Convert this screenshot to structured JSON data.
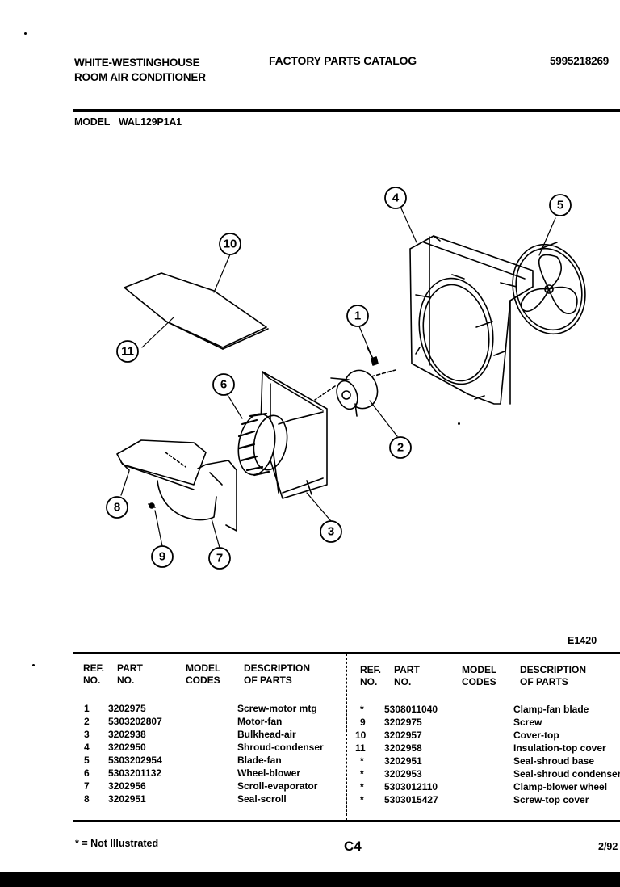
{
  "header": {
    "brand_line1": "WHITE-WESTINGHOUSE",
    "brand_line2": "ROOM AIR CONDITIONER",
    "catalog_title": "FACTORY PARTS CATALOG",
    "catalog_number": "5995218269",
    "model_label": "MODEL",
    "model_value": "WAL129P1A1"
  },
  "diagram": {
    "callouts": [
      "1",
      "2",
      "3",
      "4",
      "5",
      "6",
      "7",
      "8",
      "9",
      "10",
      "11"
    ],
    "figure_id": "E1420"
  },
  "table": {
    "headers": {
      "ref": "REF.\nNO.",
      "part": "PART\nNO.",
      "model": "MODEL\nCODES",
      "desc": "DESCRIPTION\nOF PARTS"
    },
    "left_rows": [
      {
        "ref": "1",
        "part": "3202975",
        "desc": "Screw-motor mtg"
      },
      {
        "ref": "2",
        "part": "5303202807",
        "desc": "Motor-fan"
      },
      {
        "ref": "3",
        "part": "3202938",
        "desc": "Bulkhead-air"
      },
      {
        "ref": "4",
        "part": "3202950",
        "desc": "Shroud-condenser"
      },
      {
        "ref": "5",
        "part": "5303202954",
        "desc": "Blade-fan"
      },
      {
        "ref": "6",
        "part": "5303201132",
        "desc": "Wheel-blower"
      },
      {
        "ref": "7",
        "part": "3202956",
        "desc": "Scroll-evaporator"
      },
      {
        "ref": "8",
        "part": "3202951",
        "desc": "Seal-scroll"
      }
    ],
    "right_rows": [
      {
        "ref": "*",
        "part": "5308011040",
        "desc": "Clamp-fan blade"
      },
      {
        "ref": "9",
        "part": "3202975",
        "desc": "Screw"
      },
      {
        "ref": "10",
        "part": "3202957",
        "desc": "Cover-top"
      },
      {
        "ref": "11",
        "part": "3202958",
        "desc": "Insulation-top cover"
      },
      {
        "ref": "*",
        "part": "3202951",
        "desc": "Seal-shroud base"
      },
      {
        "ref": "*",
        "part": "3202953",
        "desc": "Seal-shroud condenser"
      },
      {
        "ref": "*",
        "part": "5303012110",
        "desc": "Clamp-blower wheel"
      },
      {
        "ref": "*",
        "part": "5303015427",
        "desc": "Screw-top cover"
      }
    ]
  },
  "footer": {
    "note": "* = Not Illustrated",
    "page_code": "C4",
    "date": "2/92"
  }
}
